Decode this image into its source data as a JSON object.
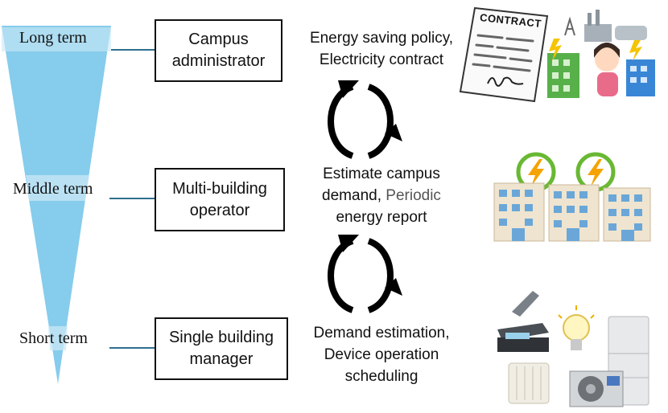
{
  "terms": {
    "long": "Long term",
    "middle": "Middle term",
    "short": "Short term"
  },
  "roles": {
    "campus_line1": "Campus",
    "campus_line2": "administrator",
    "multi_line1": "Multi-building",
    "multi_line2": "operator",
    "single_line1": "Single building",
    "single_line2": "manager"
  },
  "tasks": {
    "top_line1": "Energy saving policy,",
    "top_line2": "Electricity contract",
    "mid_line1": "Estimate campus",
    "mid_line2_a": "demand, ",
    "mid_line2_b": "Periodic",
    "mid_line3": "energy report",
    "bot_line1": "Demand estimation,",
    "bot_line2": "Device operation",
    "bot_line3": "scheduling"
  },
  "contract": {
    "title": "CONTRACT"
  },
  "colors": {
    "funnel": "#86ccec",
    "funnel_band": "#cbe8f5",
    "connector": "#2e6f8e",
    "lightning_ring": "#69b833",
    "lightning": "#f5a300"
  }
}
